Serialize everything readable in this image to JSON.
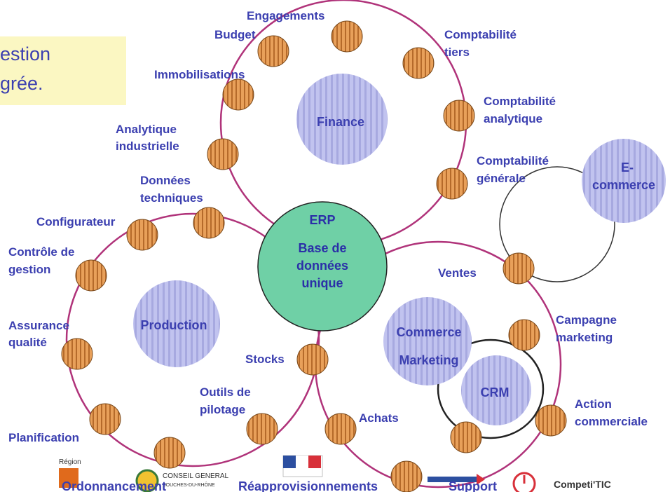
{
  "banner": {
    "line1": "estion",
    "line2": "grée."
  },
  "erp": {
    "title": "ERP",
    "line1": "Base de",
    "line2": "données",
    "line3": "unique"
  },
  "domains": {
    "finance": "Finance",
    "ecommerce_1": "E-",
    "ecommerce_2": "commerce",
    "production": "Production",
    "commerce": "Commerce",
    "marketing": "Marketing",
    "crm": "CRM"
  },
  "labels": {
    "engagements": "Engagements",
    "budget": "Budget",
    "compta_tiers_1": "Comptabilité",
    "compta_tiers_2": "tiers",
    "immobilisations": "Immobilisations",
    "compta_analytique_1": "Comptabilité",
    "compta_analytique_2": "analytique",
    "analytique_industrielle_1": "Analytique",
    "analytique_industrielle_2": "industrielle",
    "compta_generale_1": "Comptabilité",
    "compta_generale_2": "générale",
    "donnees_techniques_1": "Données",
    "donnees_techniques_2": "techniques",
    "configurateur": "Configurateur",
    "controle_gestion_1": "Contrôle de",
    "controle_gestion_2": "gestion",
    "ventes": "Ventes",
    "assurance_qualite_1": "Assurance",
    "assurance_qualite_2": "qualité",
    "campagne_marketing_1": "Campagne",
    "campagne_marketing_2": "marketing",
    "stocks": "Stocks",
    "outils_pilotage_1": "Outils de",
    "outils_pilotage_2": "pilotage",
    "action_commerciale_1": "Action",
    "action_commerciale_2": "commerciale",
    "achats": "Achats",
    "planification": "Planification",
    "ordonnancement": "Ordonnancement",
    "reapprovisionnements": "Réapprovisionnements",
    "support": "Support"
  },
  "logos": {
    "region": "Région",
    "conseil": "CONSEIL GENERAL",
    "conseil_sub": "BOUCHES-DU-RHÔNE",
    "competitic": "Competi'TIC"
  },
  "colors": {
    "ring": "#b0337a",
    "node": "#e3974a",
    "domain": "#b6b8ea",
    "erp": "#6fd0a6",
    "label": "#3b3fb0",
    "banner": "#fbf7c2"
  }
}
